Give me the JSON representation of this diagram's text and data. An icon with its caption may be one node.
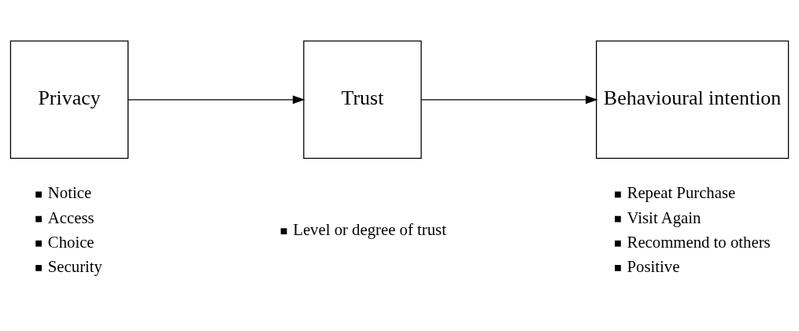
{
  "diagram": {
    "nodes": [
      {
        "text": [
          "Privacy"
        ],
        "beside": [
          "Notice",
          "Access",
          "Choice",
          "Security"
        ]
      },
      {
        "text": [
          "Trust"
        ],
        "beside": [
          "Level or degree of trust"
        ]
      },
      {
        "text": [
          "Behavioural intention"
        ],
        "beside": [
          "Repeat Purchase",
          "Visit Again",
          "Recommend to others",
          "Positive"
        ]
      }
    ],
    "edges": [
      {
        "from": 0,
        "to": 1,
        "arrow": "to"
      },
      {
        "from": 1,
        "to": 2,
        "arrow": "to"
      }
    ]
  }
}
